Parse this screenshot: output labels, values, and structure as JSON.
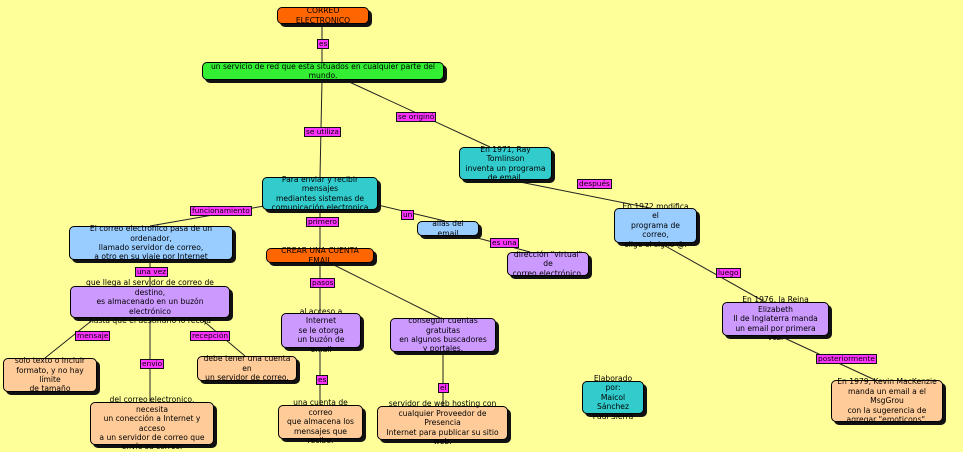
{
  "colors": {
    "background": "#ffff99",
    "root": "#ff6600",
    "definition": "#33ee33",
    "usage": "#33cccc",
    "history": "#33cccc",
    "blue": "#99ccff",
    "purple": "#cc99ff",
    "orange": "#ffcc99",
    "link_label": "#ff33ff"
  },
  "nodes": {
    "root": "CORREO ELECTRONICO",
    "definition": "un servicio de red que esta situados en cualquier parte del mundo.",
    "usage": "Para enviar y recibir mensajes\nmediantes sistemas de\ncomunicación electronica",
    "origin_1971": "En 1971, Ray Tomlinson\ninventa un programa\nde email.",
    "history_1972": "En 1972 modifica el\nprograma de correo,\nelige el signo @.",
    "history_1976": "En 1976, la Reina Elizabeth\nII de Inglaterra manda\nun email por primera vez.",
    "history_1979": "En 1979, Kevin MacKenzie\nmanda un email a el MsgGrou\ncon la sugerencia de\nagregar \"emoticons\".",
    "functioning": "El correo electronico pasa de un ordenador,\nllamado servidor de correo,\na otro en su viaje por Internet",
    "server_store": "que llega al servidor de correo de destino,\nes almacenado en un buzón electrónico\nhasta que el destinario lo recoja",
    "message_text": "solo texto o incluir\nformato, y no hay límite\nde tamaño",
    "send_info": "del correo electronico, necesita\nun conección a Internet y acceso\na un servidor de correo que\nenvíe su correo.",
    "reception": "debe tener una cuenta en\nun servidor de correo.",
    "create_account": "CREAR UNA CUENTA EMAIL",
    "internet_access": "al acceso a Internet\nse le otorga\nun buzón de email",
    "free_accounts": "conseguir cuentas gratuitas\nen algunos buscadores\ny portales.",
    "account_desc": "una cuenta de correo\nque almacena los\nmensajes que recibe.",
    "hosting": "servidor de web hosting con\ncualquier Proveedor de Presencia\nInternet para publicar su sitio web.",
    "alias": "alias del email",
    "virtual_address": "dirección \"virtual\" de\ncorreo electrónico.",
    "credits": "Elaborado por:\nMaicol Sánchez\nPaul Sierra"
  },
  "links": {
    "es": "es",
    "se_utiliza": "se utiliza",
    "se_origino": "se originó",
    "despues": "después",
    "luego": "luego",
    "posteriormente": "posteriormente",
    "funcionamiento": "funcionamiento",
    "primero": "primero",
    "un": "un",
    "es_una": "es una",
    "una_vez": "una vez",
    "mensaje": "mensaje",
    "envio": "envio",
    "recepcion": "recepción",
    "pasos": "pasos",
    "es_2": "es",
    "el": "el"
  }
}
